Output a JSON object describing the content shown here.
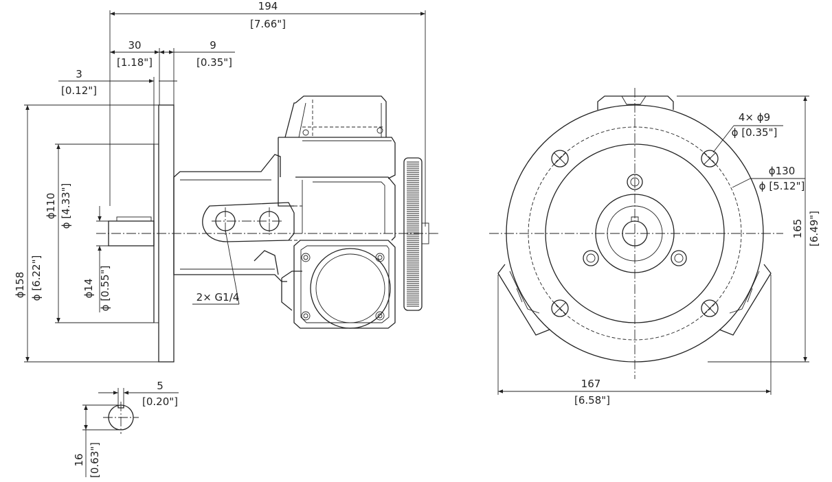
{
  "dimensions": {
    "overall_length": {
      "mm": "194",
      "inch": "[7.66\"]"
    },
    "flange_to_body": {
      "mm": "30",
      "inch": "[1.18\"]"
    },
    "flange_thickness": {
      "mm": "9",
      "inch": "[0.35\"]"
    },
    "shaft_shoulder": {
      "mm": "3",
      "inch": "[0.12\"]"
    },
    "flange_diameter": {
      "mm": "ϕ158",
      "inch": "ϕ [6.22\"]"
    },
    "pilot_diameter": {
      "mm": "ϕ110",
      "inch": "ϕ [4.33\"]"
    },
    "shaft_diameter": {
      "mm": "ϕ14",
      "inch": "ϕ [0.55\"]"
    },
    "ports": {
      "label": "2× G1/4"
    },
    "key_width": {
      "mm": "5",
      "inch": "[0.20\"]"
    },
    "key_height": {
      "mm": "16",
      "inch": "[0.63\"]"
    },
    "mount_holes": {
      "mm": "4× ϕ9",
      "inch": "ϕ [0.35\"]"
    },
    "bolt_circle": {
      "mm": "ϕ130",
      "inch": "ϕ [5.12\"]"
    },
    "overall_height": {
      "mm": "165",
      "inch": "[6.49\"]"
    },
    "overall_width": {
      "mm": "167",
      "inch": "[6.58\"]"
    }
  }
}
